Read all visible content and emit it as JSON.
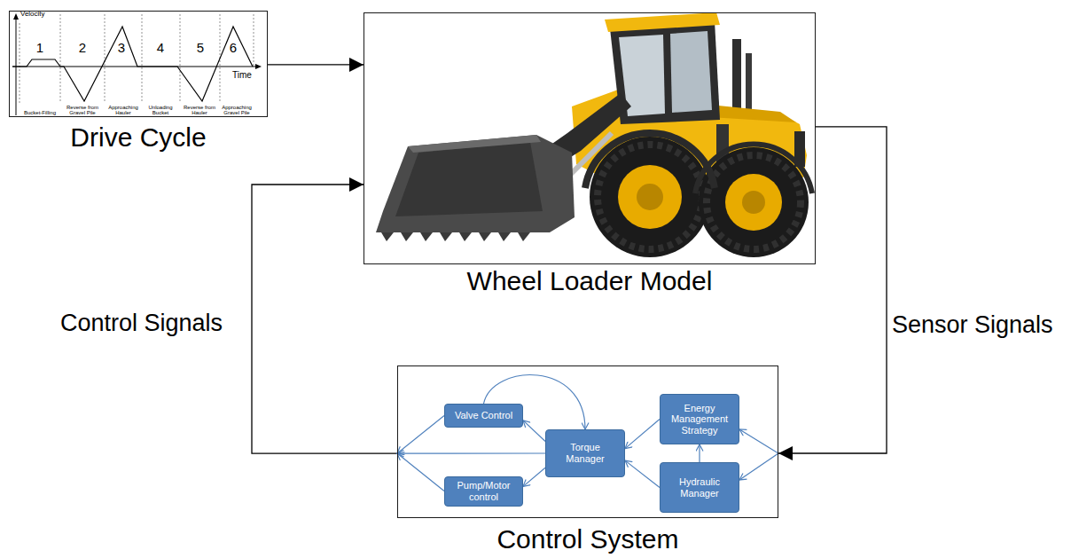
{
  "diagram": {
    "nodes": [
      {
        "text": [
          "Drive Cycle"
        ]
      },
      {
        "text": [
          "Wheel Loader Model"
        ]
      },
      {
        "text": [
          "Control System"
        ]
      },
      {
        "text": [
          "Valve Control"
        ],
        "in": 2
      },
      {
        "text": [
          "Torque Manager"
        ],
        "in": 2
      },
      {
        "text": [
          "Pump/Motor control"
        ],
        "in": 2
      },
      {
        "text": [
          "Energy Management Strategy"
        ],
        "in": 2
      },
      {
        "text": [
          "Hydraulic Manager"
        ],
        "in": 2
      }
    ],
    "edges": [
      {
        "from": 0,
        "to": 1,
        "arrow": "to"
      },
      {
        "from": 1,
        "to": 2,
        "arrow": "to",
        "label": "Sensor Signals"
      },
      {
        "from": 2,
        "to": 1,
        "arrow": "to",
        "label": "Control Signals"
      },
      {
        "from": 2,
        "to": 6,
        "arrow": "to"
      },
      {
        "from": 2,
        "to": 7,
        "arrow": "to"
      },
      {
        "from": 7,
        "to": 6,
        "arrow": "to"
      },
      {
        "from": 6,
        "to": 4,
        "arrow": "to"
      },
      {
        "from": 7,
        "to": 4,
        "arrow": "to"
      },
      {
        "from": 4,
        "to": 3,
        "arrow": "to"
      },
      {
        "from": 4,
        "to": 5,
        "arrow": "to"
      },
      {
        "from": 3,
        "to": 4,
        "arrow": "to"
      },
      {
        "from": 3,
        "to": 2,
        "arrow": "to"
      },
      {
        "from": 4,
        "to": 2,
        "arrow": "to"
      },
      {
        "from": 5,
        "to": 2,
        "arrow": "to"
      }
    ],
    "labels": [
      "Velocity",
      "1",
      "2",
      "3",
      "4",
      "5",
      "6",
      "Time",
      "Bucket-Filling",
      "Reverse from Gravel Pile",
      "Approaching Hauler",
      "Unloading Bucket",
      "Reverse from Hauler",
      "Approaching Gravel Pile"
    ]
  }
}
